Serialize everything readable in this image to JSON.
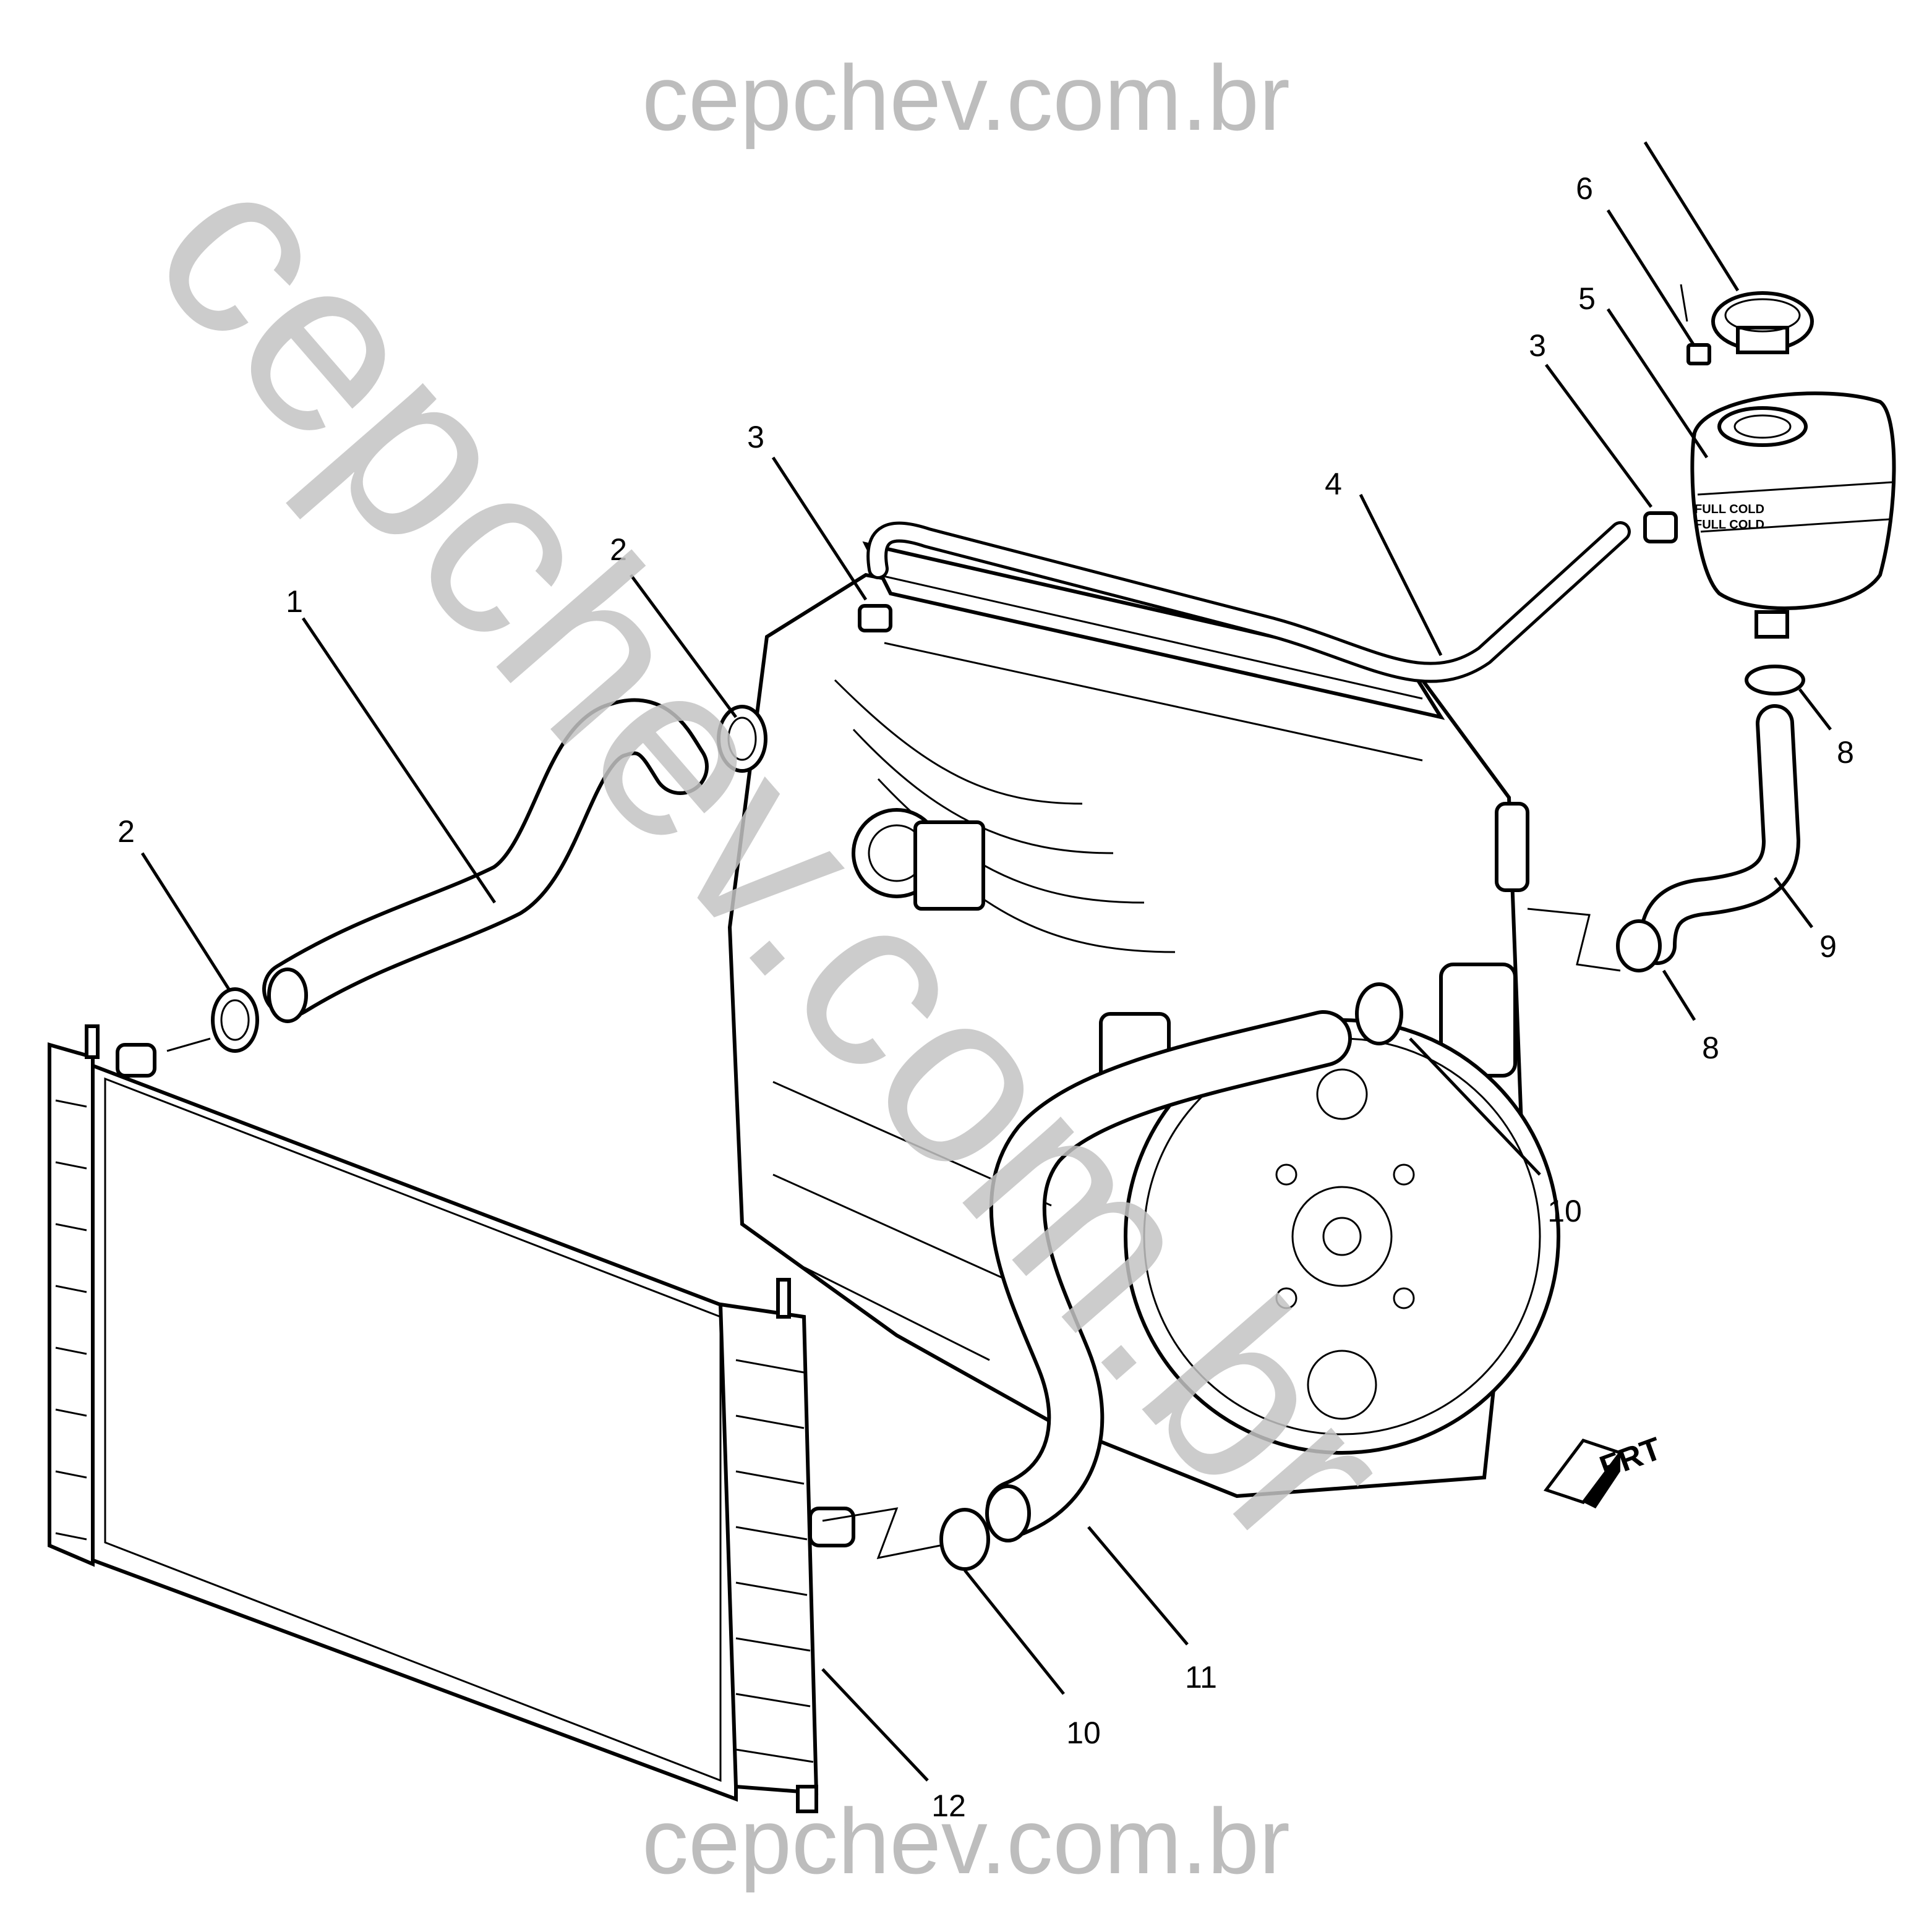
{
  "watermark": {
    "top": "cepchev.com.br",
    "bottom": "cepchev.com.br",
    "diagonal": "cepchev.com.br"
  },
  "callouts": [
    {
      "id": "c1",
      "label": "1"
    },
    {
      "id": "c2a",
      "label": "2"
    },
    {
      "id": "c2b",
      "label": "2"
    },
    {
      "id": "c3a",
      "label": "3"
    },
    {
      "id": "c3b",
      "label": "3"
    },
    {
      "id": "c4",
      "label": "4"
    },
    {
      "id": "c5",
      "label": "5"
    },
    {
      "id": "c6",
      "label": "6"
    },
    {
      "id": "c7",
      "label": ""
    },
    {
      "id": "c8a",
      "label": "8"
    },
    {
      "id": "c8b",
      "label": "8"
    },
    {
      "id": "c9",
      "label": "9"
    },
    {
      "id": "c10a",
      "label": "10"
    },
    {
      "id": "c10b",
      "label": "10"
    },
    {
      "id": "c11",
      "label": "11"
    },
    {
      "id": "c12",
      "label": "12"
    }
  ],
  "direction_indicator": {
    "label": "FRT"
  },
  "reservoir_text": {
    "line1": "FULL COLD",
    "line2": "FULL COLD"
  }
}
